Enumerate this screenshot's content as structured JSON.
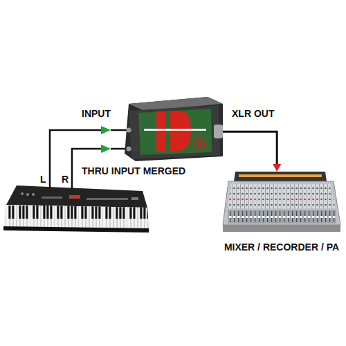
{
  "diagram": {
    "nodes": [
      {
        "text": [
          "INPUT",
          "THRU INPUT MERGED",
          "XLR OUT"
        ]
      },
      {
        "text": [
          "MIXER / RECORDER / PA"
        ]
      }
    ],
    "edges": [
      {
        "from": 0,
        "to": 1,
        "arrow": "to"
      }
    ],
    "labels": [
      "L",
      "R"
    ]
  }
}
